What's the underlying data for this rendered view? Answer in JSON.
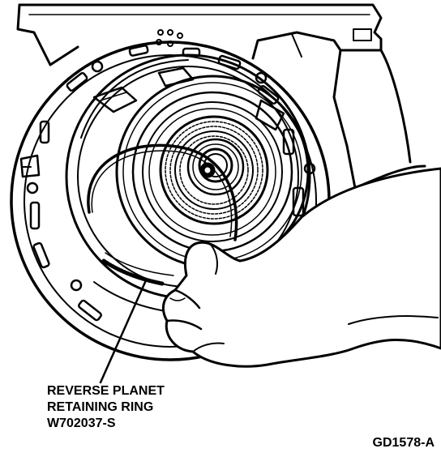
{
  "callout": {
    "line1": "REVERSE PLANET",
    "line2": "RETAINING RING",
    "line3": "W702037-S"
  },
  "figure_id": "GD1578-A",
  "colors": {
    "ink": "#000000",
    "paper": "#ffffff"
  }
}
